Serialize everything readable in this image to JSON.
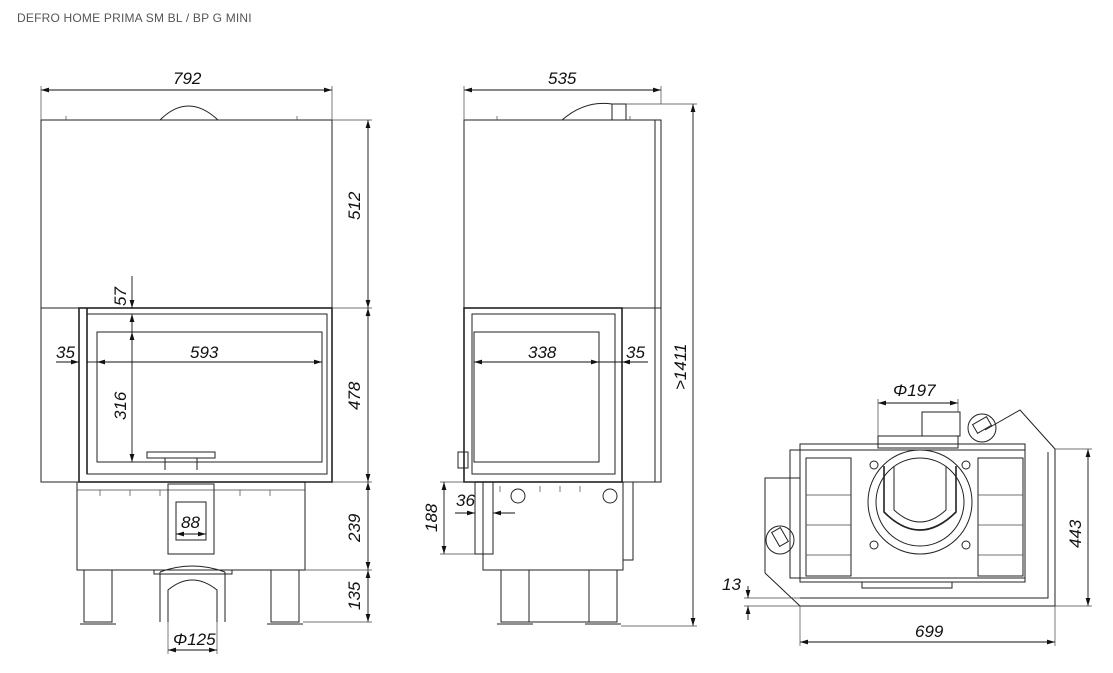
{
  "title": "DEFRO HOME PRIMA SM BL / BP G MINI",
  "dimensions": {
    "front_width": "792",
    "upper_height": "512",
    "lower_height": "478",
    "top_gap": "57",
    "left_margin": "35",
    "glass_width": "593",
    "glass_height": "316",
    "base_height": "239",
    "leg_height": "135",
    "flue_width": "88",
    "flue_diameter_front": "Φ125",
    "side_width": "535",
    "total_height": ">1411",
    "side_glass_width": "338",
    "side_margin": "35",
    "side_connector": "36",
    "side_connector_height": "188",
    "top_diameter": "Φ197",
    "top_depth": "443",
    "top_width": "699",
    "top_offset": "13"
  }
}
